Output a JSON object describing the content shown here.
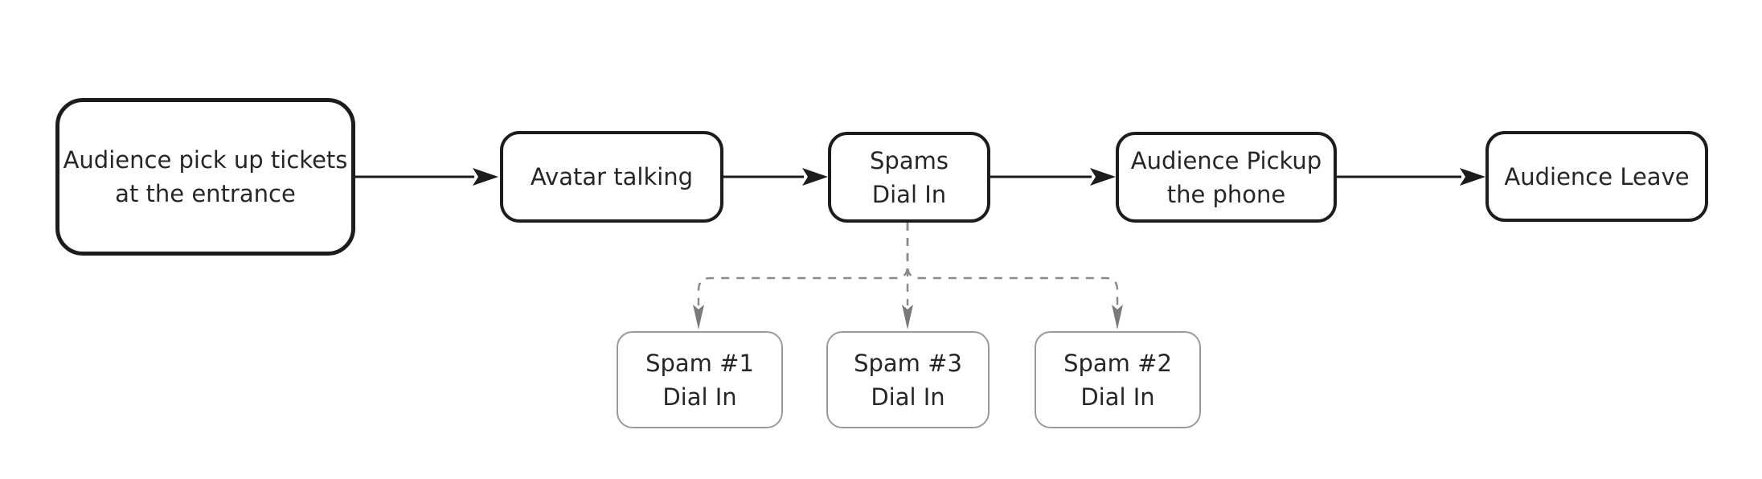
{
  "diagram": {
    "type": "flowchart",
    "background": "#ffffff",
    "colors": {
      "main_node_border": "#1c1c1c",
      "sub_node_border": "#9a9a9a",
      "text": "#262626",
      "solid_arrow": "#1c1c1c",
      "dashed_arrow": "#8a8a8a",
      "dashed_arrowhead": "#7a7a7a"
    },
    "nodes": {
      "tickets": {
        "label": "Audience pick up tickets\nat the entrance",
        "kind": "main"
      },
      "avatar": {
        "label": "Avatar talking",
        "kind": "main"
      },
      "spams": {
        "label": "Spams\nDial In",
        "kind": "main"
      },
      "pickup": {
        "label": "Audience Pickup\nthe phone",
        "kind": "main"
      },
      "leave": {
        "label": "Audience Leave",
        "kind": "main"
      },
      "spam1": {
        "label": "Spam #1\nDial In",
        "kind": "sub"
      },
      "spam3": {
        "label": "Spam #3\nDial In",
        "kind": "sub"
      },
      "spam2": {
        "label": "Spam #2\nDial In",
        "kind": "sub"
      }
    },
    "edges": [
      {
        "from": "tickets",
        "to": "avatar",
        "style": "solid-arrow"
      },
      {
        "from": "avatar",
        "to": "spams",
        "style": "solid-arrow"
      },
      {
        "from": "spams",
        "to": "pickup",
        "style": "solid-arrow"
      },
      {
        "from": "pickup",
        "to": "leave",
        "style": "solid-arrow"
      },
      {
        "from": "spams",
        "to": "spam1",
        "style": "dashed-arrow"
      },
      {
        "from": "spams",
        "to": "spam3",
        "style": "dashed-arrow"
      },
      {
        "from": "spams",
        "to": "spam2",
        "style": "dashed-arrow"
      }
    ]
  }
}
